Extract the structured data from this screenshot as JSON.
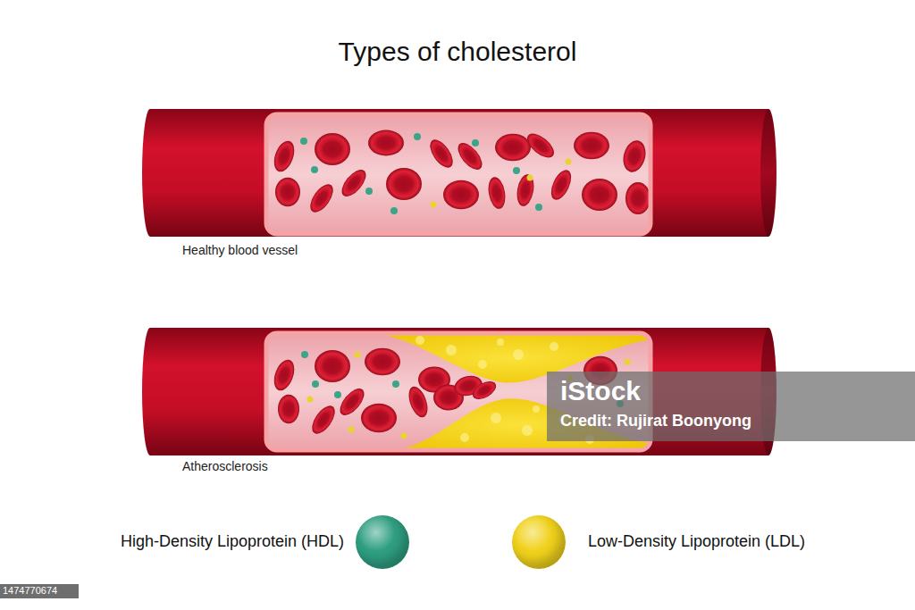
{
  "diagram": {
    "title": "Types of cholesterol",
    "labels": [
      "Healthy blood vessel",
      "Atherosclerosis",
      "iStock",
      "Credit: Rujirat Boonyong",
      "1474770674"
    ],
    "legend": [
      {
        "text": "High-Density Lipoprotein (HDL)",
        "color": "#2f9f82"
      },
      {
        "text": "Low-Density Lipoprotein (LDL)",
        "color": "#f0d21c"
      }
    ]
  }
}
